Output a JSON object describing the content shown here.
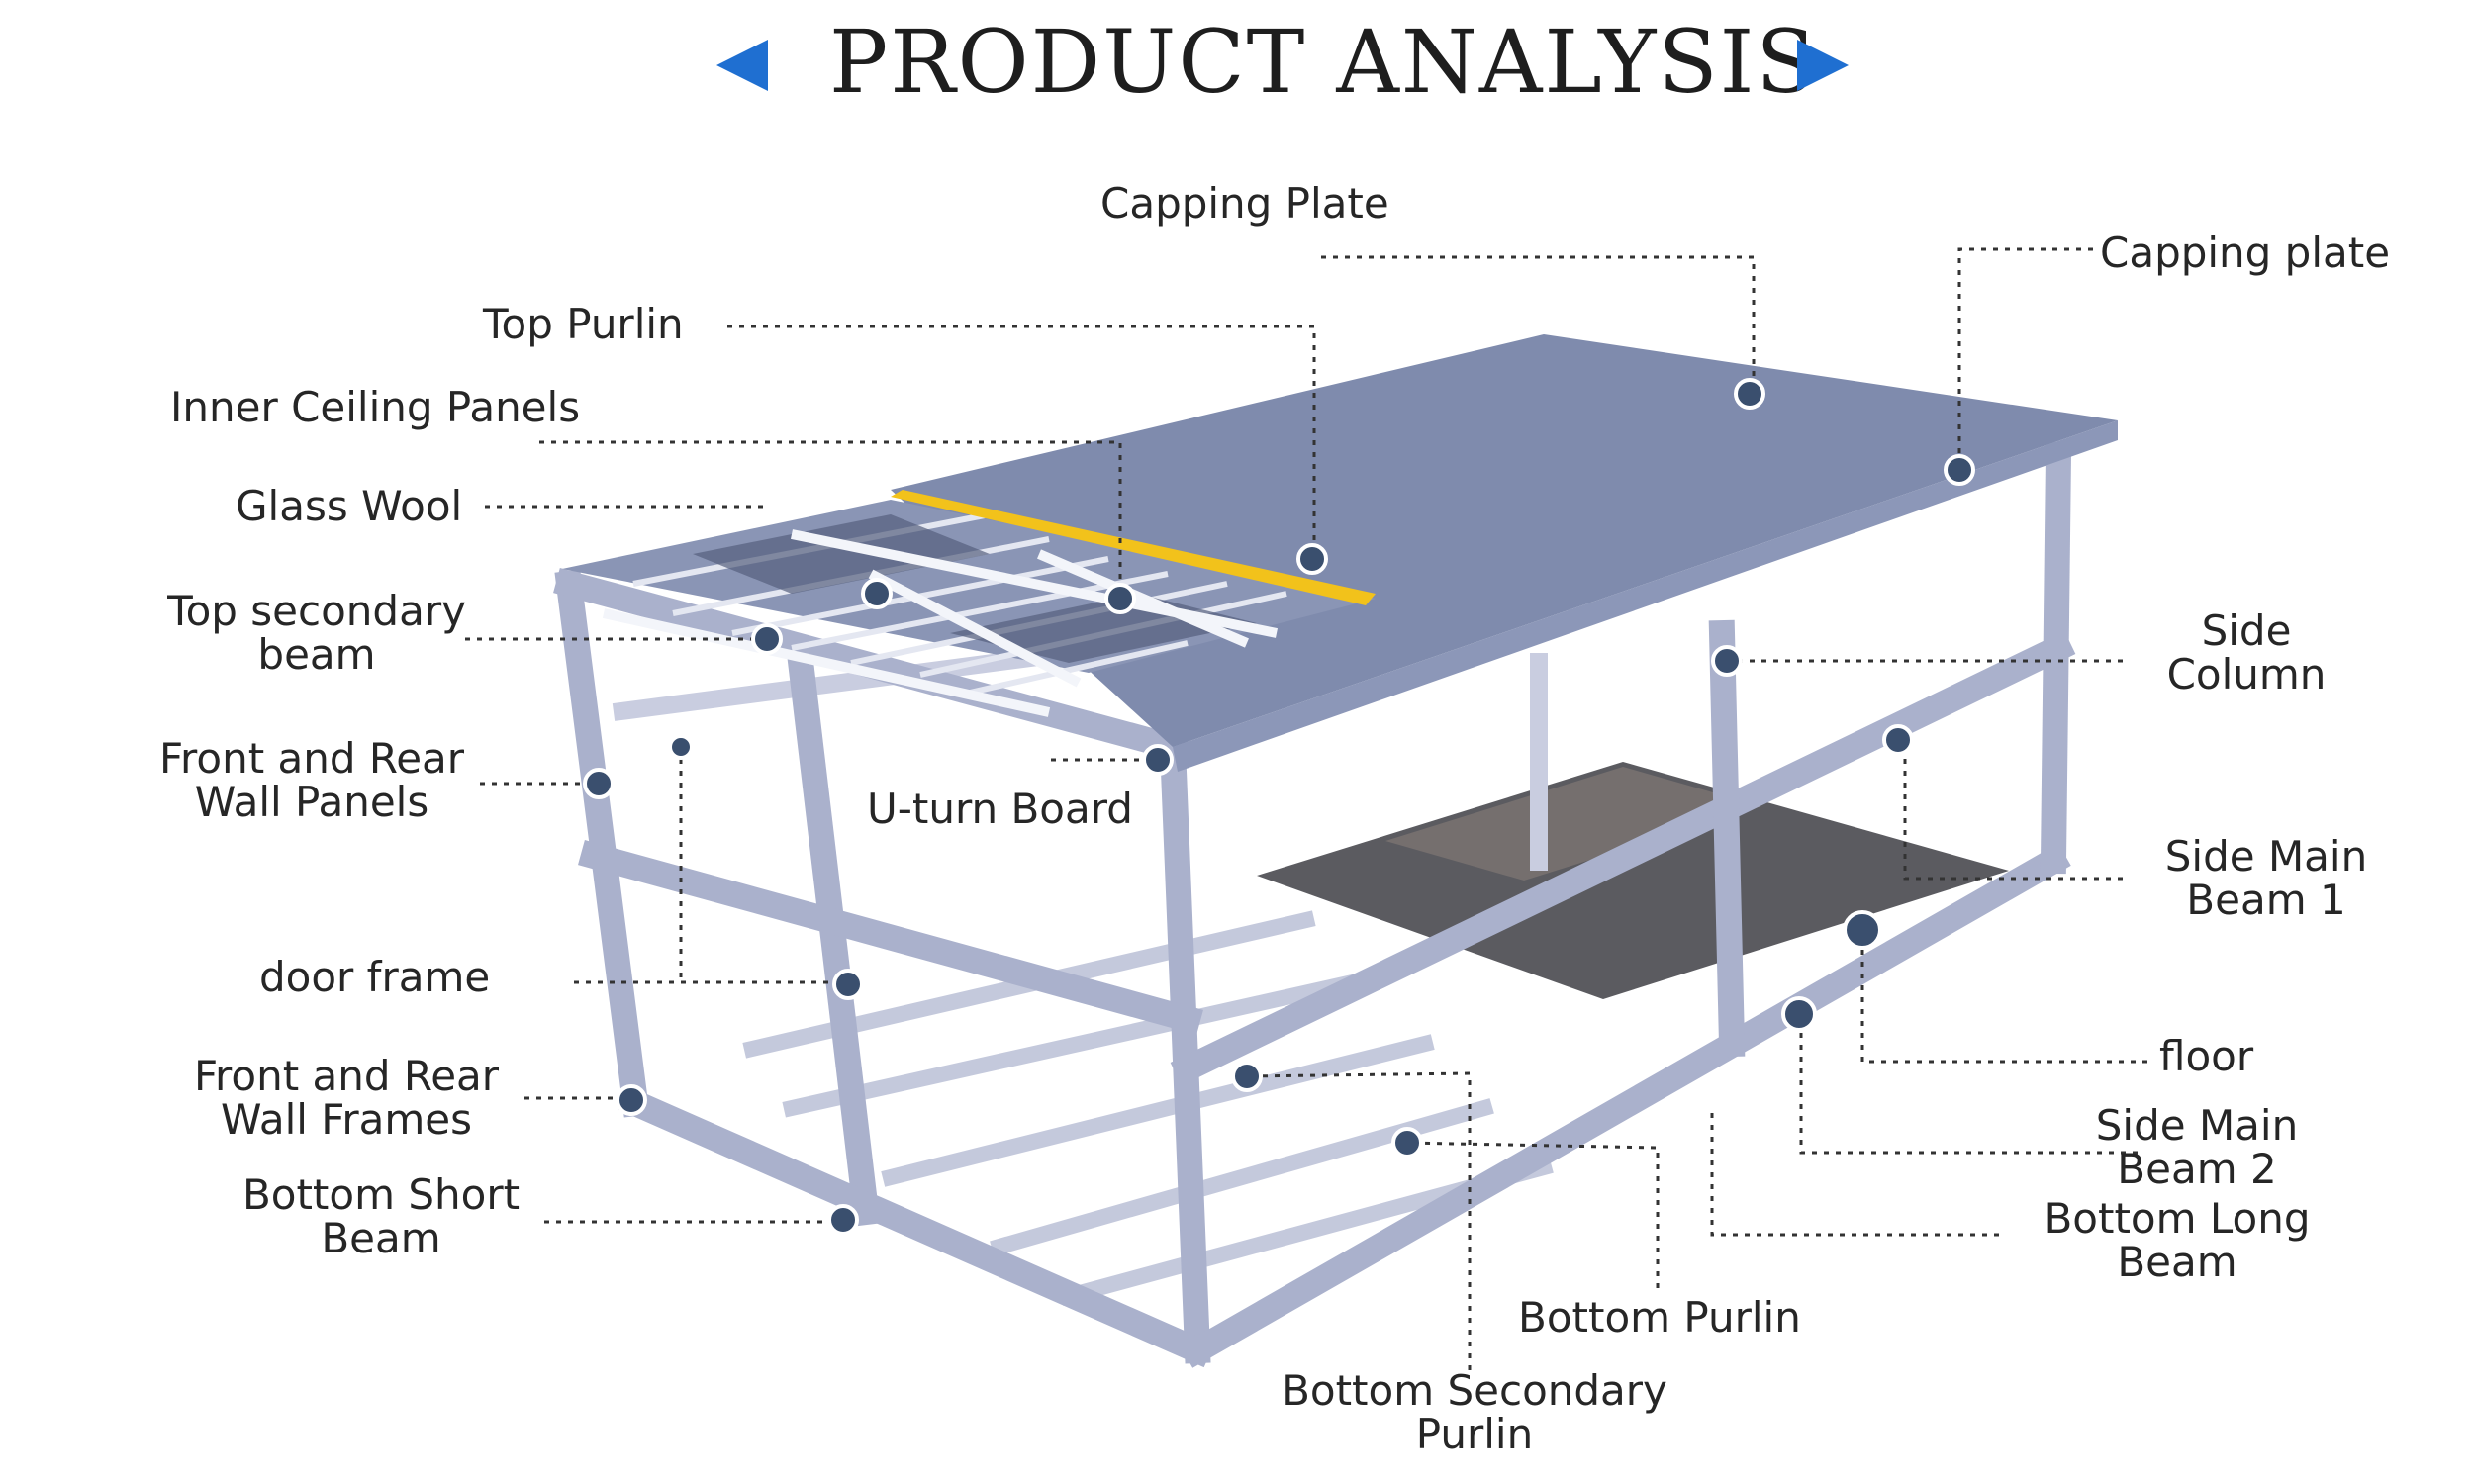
{
  "header": {
    "title": "PRODUCT ANALYSIS",
    "left_arrow_icon": "triangle-left-icon",
    "right_arrow_icon": "triangle-right-icon",
    "accent_color": "#1f6fd1"
  },
  "diagram": {
    "colors": {
      "frame": "#aab1cc",
      "roof": "#7f8bad",
      "insulation": "#f2c21b",
      "floor": "#5b5b60",
      "leader": "#333333",
      "marker": "#3a4f6e"
    },
    "labels": {
      "capping_plate_1": "Capping Plate",
      "capping_plate_2": "Capping plate",
      "top_purlin": "Top Purlin",
      "inner_ceiling_panels": "Inner Ceiling Panels",
      "glass_wool": "Glass Wool",
      "top_secondary_beam": [
        "Top secondary",
        "beam"
      ],
      "front_rear_wall_panels": [
        "Front and Rear",
        "Wall Panels"
      ],
      "u_turn_board": "U-turn Board",
      "door_frame": "door frame",
      "front_rear_wall_frames": [
        "Front and Rear",
        "Wall Frames"
      ],
      "bottom_short_beam": [
        "Bottom Short",
        "Beam"
      ],
      "side_column": [
        "Side",
        "Column"
      ],
      "side_main_beam_1": [
        "Side Main",
        "Beam 1"
      ],
      "floor": "floor",
      "side_main_beam_2": [
        "Side Main",
        "Beam 2"
      ],
      "bottom_long_beam": [
        "Bottom Long",
        "Beam"
      ],
      "bottom_purlin": "Bottom Purlin",
      "bottom_secondary_purlin": [
        "Bottom Secondary",
        "Purlin"
      ]
    }
  }
}
